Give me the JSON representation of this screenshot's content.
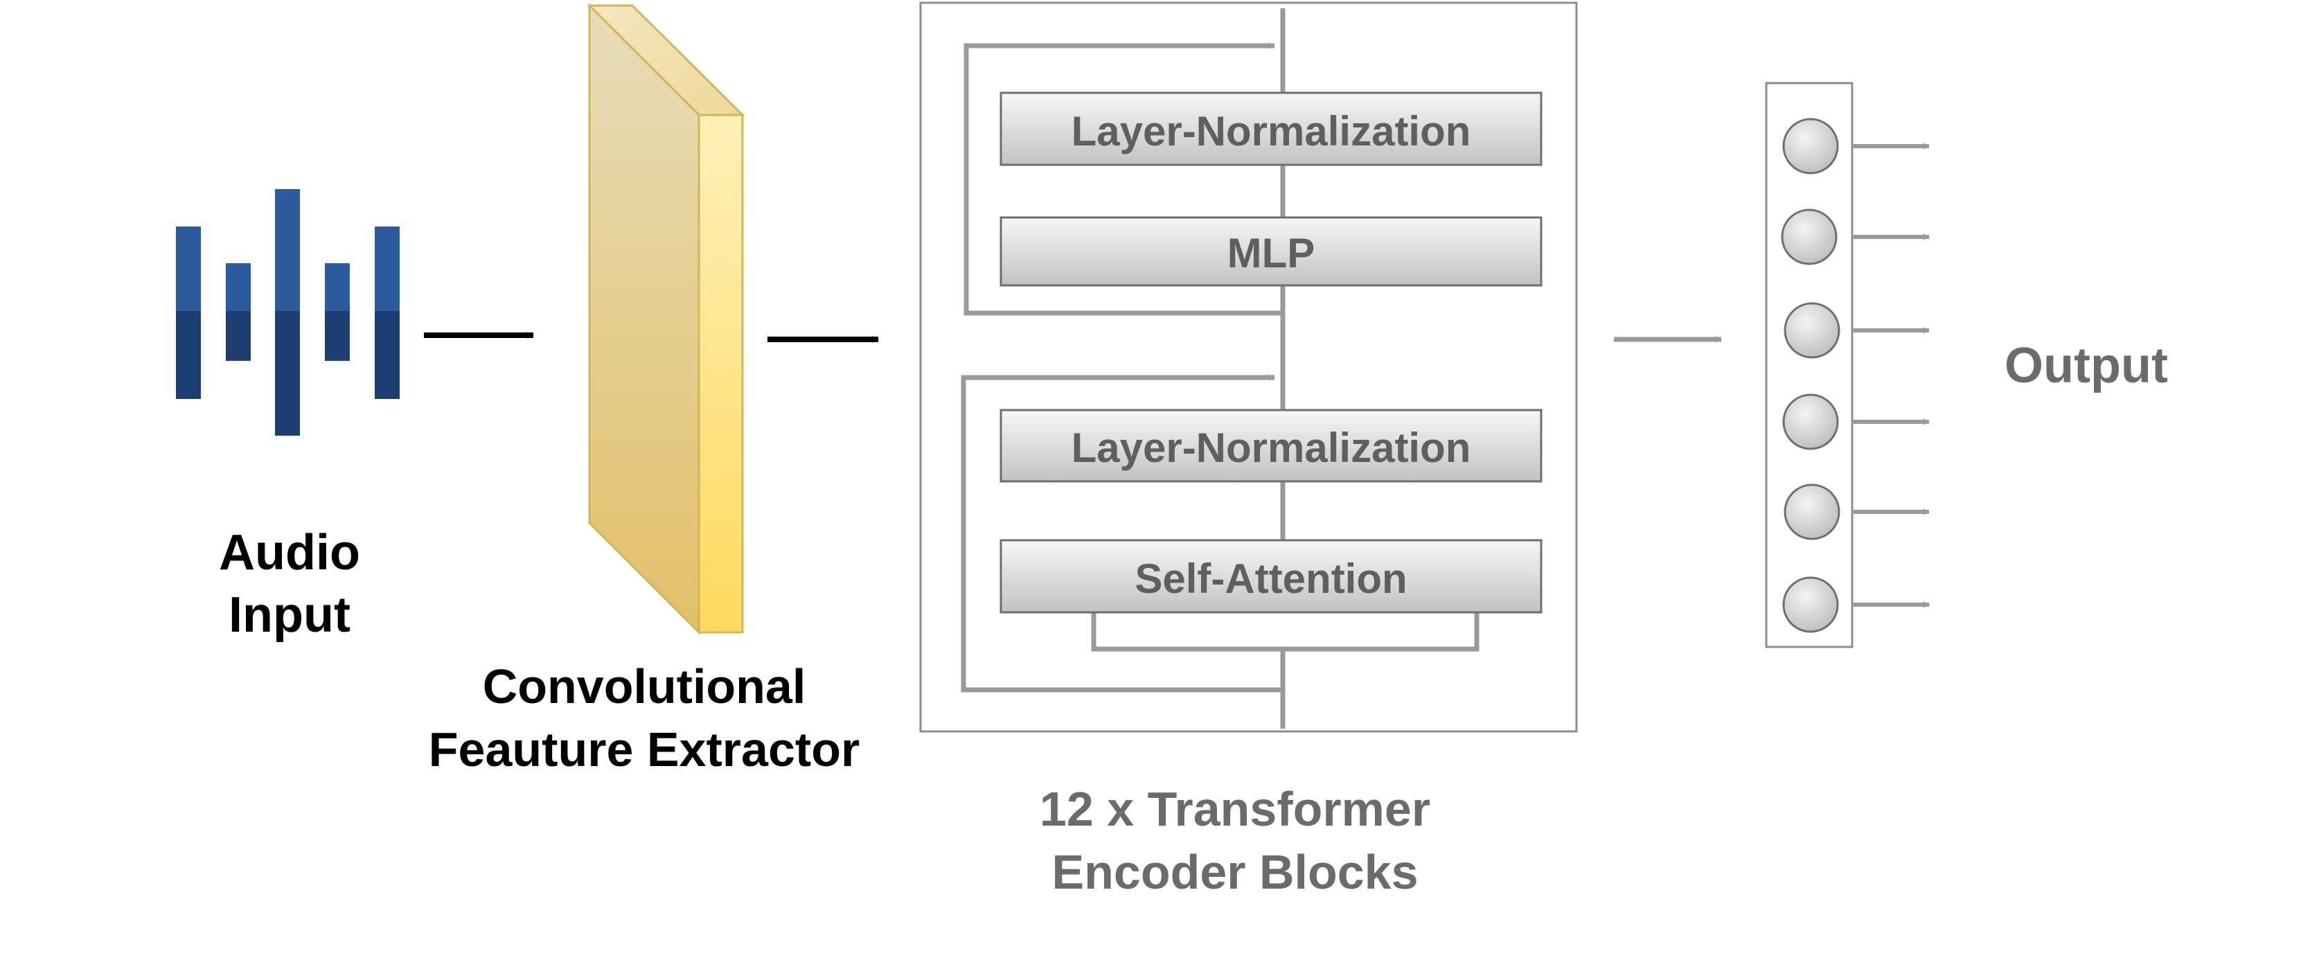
{
  "audio_input": {
    "label_line1": "Audio",
    "label_line2": "Input"
  },
  "conv_extractor": {
    "label_line1": "Convolutional",
    "label_line2": "Feauture Extractor"
  },
  "encoder": {
    "label_line1": "12 x Transformer",
    "label_line2": "Encoder Blocks",
    "layers": {
      "layer_norm_top": "Layer-Normalization",
      "mlp": "MLP",
      "layer_norm_bottom": "Layer-Normalization",
      "self_attention": "Self-Attention"
    }
  },
  "output": {
    "label": "Output",
    "node_count": 6
  },
  "colors": {
    "waveform_light": "#2c5ba0",
    "waveform_dark": "#1e3d70",
    "extractor_front_top": "#e8dcb8",
    "extractor_front_bottom": "#e2c069",
    "extractor_side": "#ffd95e",
    "gray_line": "#9a9a9a",
    "text_gray": "#6b6b6b"
  }
}
